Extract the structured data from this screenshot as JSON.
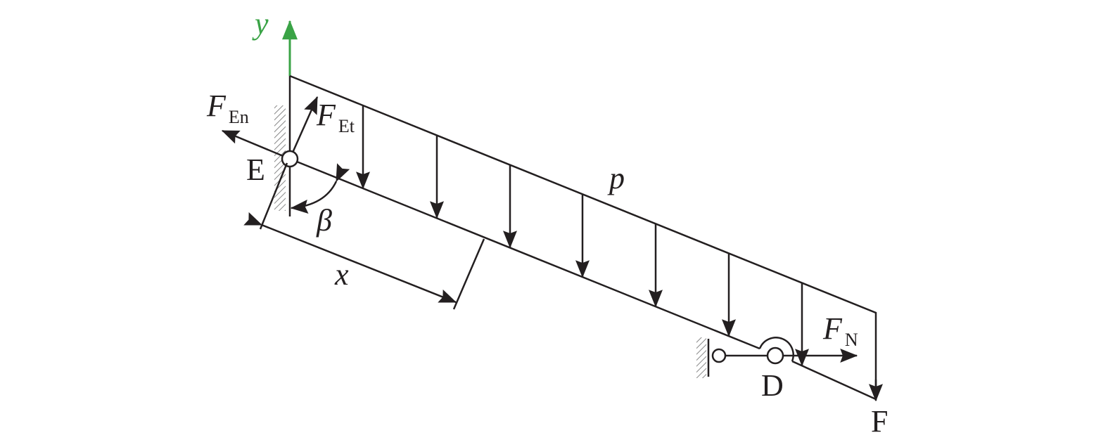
{
  "labels": {
    "y_axis": "y",
    "f_en_main": "F",
    "f_en_sub": "En",
    "f_et_main": "F",
    "f_et_sub": "Et",
    "point_e": "E",
    "angle": "β",
    "length": "x",
    "load": "p",
    "f_n_main": "F",
    "f_n_sub": "N",
    "point_d": "D",
    "point_f": "F"
  },
  "colors": {
    "ink": "#231f20",
    "axis": "#3aa346"
  }
}
